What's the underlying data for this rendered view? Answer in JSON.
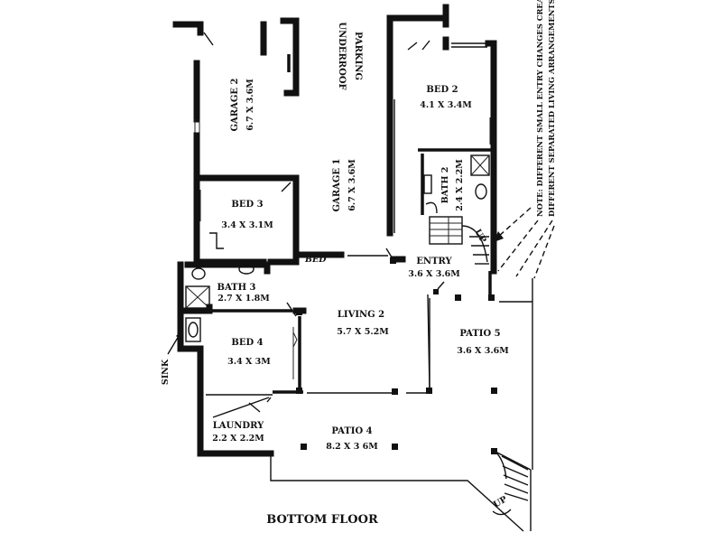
{
  "title": "BOTTOM FLOOR",
  "rooms": {
    "garage2": {
      "name": "GARAGE 2",
      "size": "6.7 X 3.6M"
    },
    "underroof": {
      "line1": "UNDERROOF",
      "line2": "PARKING"
    },
    "garage1": {
      "name": "GARAGE 1",
      "size": "6.7 X 3.6M"
    },
    "bed2": {
      "name": "BED 2",
      "size": "4.1 X 3.4M"
    },
    "bath2": {
      "name": "BATH 2",
      "size": "2.4 X 2.2M"
    },
    "bed3": {
      "name": "BED 3",
      "size": "3.4 X 3.1M"
    },
    "entry": {
      "name": "ENTRY",
      "size": "3.6 X 3.6M"
    },
    "bath3": {
      "name": "BATH 3",
      "size": "2.7 X 1.8M"
    },
    "living2": {
      "name": "LIVING 2",
      "size": "5.7 X 5.2M"
    },
    "bed4": {
      "name": "BED 4",
      "size": "3.4 X 3M"
    },
    "patio5": {
      "name": "PATIO 5",
      "size": "3.6 X 3.6M"
    },
    "laundry": {
      "name": "LAUNDRY",
      "size": "2.2 X 2.2M"
    },
    "patio4": {
      "name": "PATIO 4",
      "size": "8.2 X 3 6M"
    }
  },
  "labels": {
    "sink": "SINK",
    "bed_tag": "BED",
    "up_stairs": "UP",
    "up_stairs2": "UP"
  },
  "note": {
    "line1": "NOTE: DIFFERENT SMALL ENTRY CHANGES CREATE",
    "line2": "DIFFERENT SEPARATED LIVING ARRANGEMENTS."
  }
}
